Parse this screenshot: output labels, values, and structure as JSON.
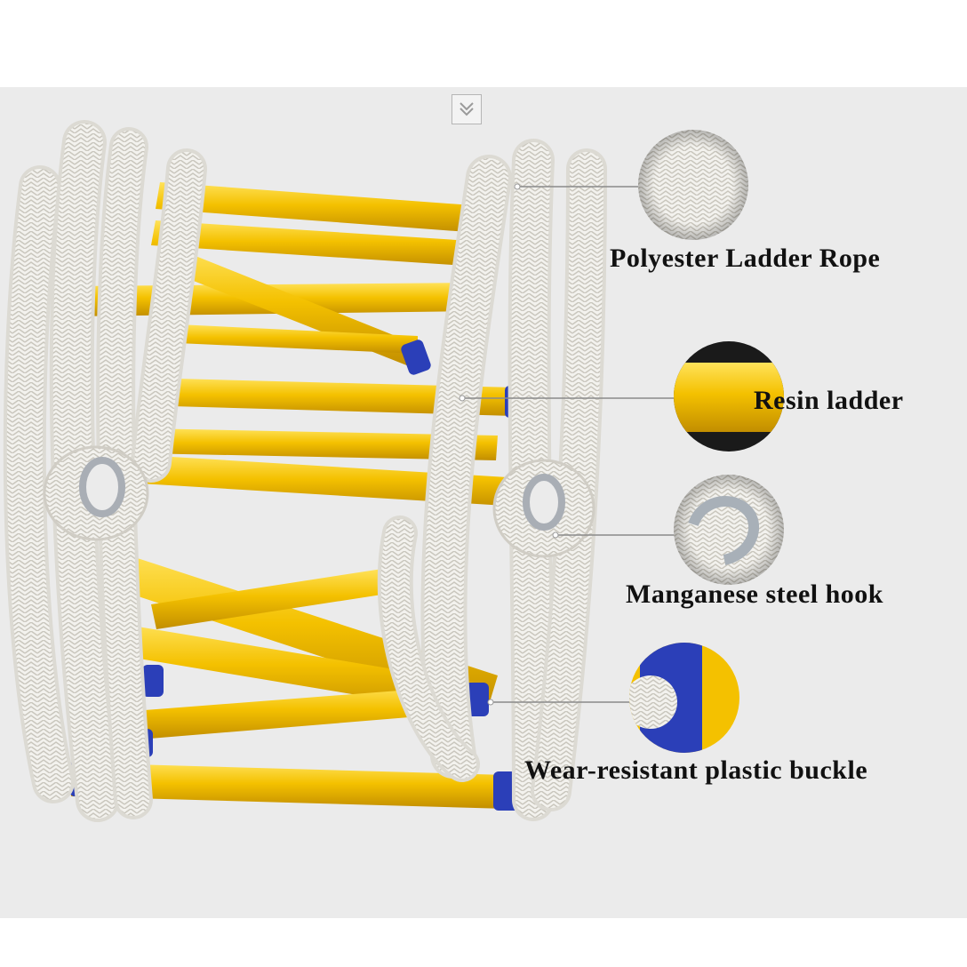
{
  "callouts": [
    {
      "label": "Polyester Ladder Rope",
      "icon": "braided-rope-icon"
    },
    {
      "label": "Resin ladder",
      "icon": "resin-rung-icon"
    },
    {
      "label": "Manganese steel hook",
      "icon": "steel-thimble-icon"
    },
    {
      "label": "Wear-resistant plastic buckle",
      "icon": "plastic-buckle-icon"
    }
  ],
  "scroll_hint_icon": "double-chevron-down-icon",
  "colors": {
    "background_band": "#ebebeb",
    "rope": "#f4f2ec",
    "rung_yellow": "#f2c200",
    "buckle_blue": "#2b3fb8",
    "callout_line": "#8a8a8a"
  }
}
